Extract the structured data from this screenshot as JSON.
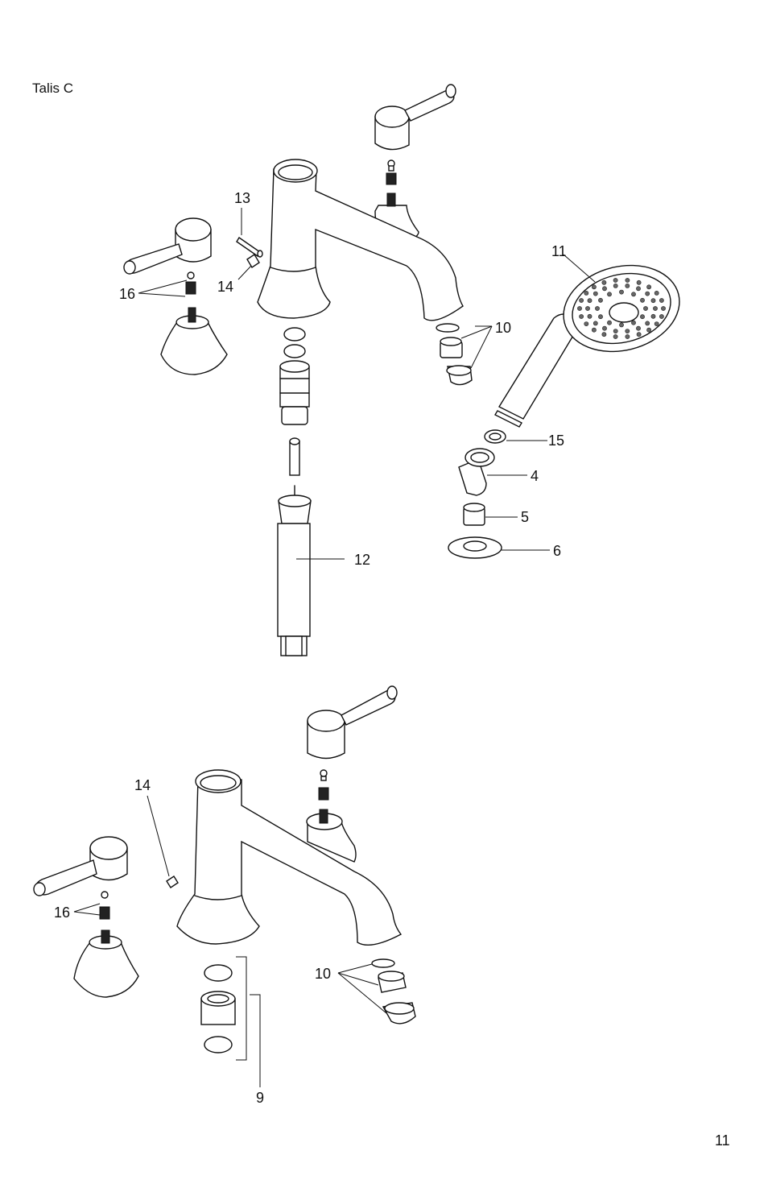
{
  "title": "Talis C",
  "page_number": "11",
  "callouts": {
    "c13": "13",
    "c14a": "14",
    "c16a": "16",
    "c11": "11",
    "c10a": "10",
    "c15": "15",
    "c4": "4",
    "c5": "5",
    "c6": "6",
    "c12": "12",
    "c14b": "14",
    "c16b": "16",
    "c10b": "10",
    "c9": "9"
  }
}
